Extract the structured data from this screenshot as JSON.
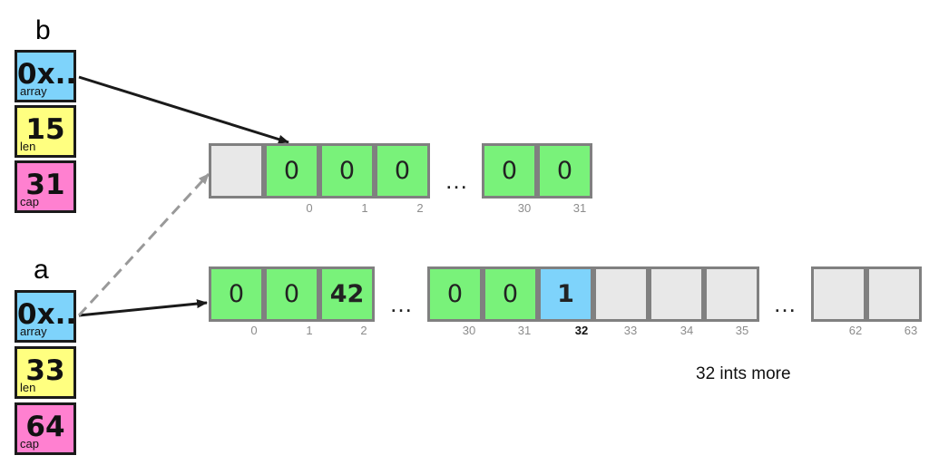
{
  "slices": {
    "b": {
      "name": "b",
      "fields": [
        {
          "value": "0x..",
          "label": "array",
          "color": "#7ed3fb"
        },
        {
          "value": "15",
          "label": "len",
          "color": "#ffff80"
        },
        {
          "value": "31",
          "label": "cap",
          "color": "#ff80d0"
        }
      ]
    },
    "a": {
      "name": "a",
      "fields": [
        {
          "value": "0x..",
          "label": "array",
          "color": "#7ed3fb"
        },
        {
          "value": "33",
          "label": "len",
          "color": "#ffff80"
        },
        {
          "value": "64",
          "label": "cap",
          "color": "#ff80d0"
        }
      ]
    }
  },
  "colors": {
    "filled": "#79f27a",
    "empty": "#e8e8e8",
    "highlight": "#7ed3fb",
    "border": "#808080"
  },
  "arrays": {
    "top": {
      "cells": [
        {
          "value": "",
          "state": "empty"
        },
        {
          "value": "0",
          "state": "filled"
        },
        {
          "value": "0",
          "state": "filled"
        },
        {
          "value": "0",
          "state": "filled"
        },
        {
          "value": "0",
          "state": "filled"
        },
        {
          "value": "0",
          "state": "filled"
        }
      ],
      "indices": [
        "0",
        "1",
        "2",
        "30",
        "31"
      ],
      "ellipsis": "…"
    },
    "bottom": {
      "cells": [
        {
          "value": "0",
          "state": "filled"
        },
        {
          "value": "0",
          "state": "filled"
        },
        {
          "value": "42",
          "state": "filled",
          "bold": true
        },
        {
          "value": "0",
          "state": "filled"
        },
        {
          "value": "0",
          "state": "filled"
        },
        {
          "value": "1",
          "state": "highlight",
          "bold": true
        },
        {
          "value": "",
          "state": "empty"
        },
        {
          "value": "",
          "state": "empty"
        },
        {
          "value": "",
          "state": "empty"
        },
        {
          "value": "",
          "state": "empty"
        },
        {
          "value": "",
          "state": "empty"
        }
      ],
      "indices": [
        "0",
        "1",
        "2",
        "30",
        "31",
        "32",
        "33",
        "34",
        "35",
        "62",
        "63"
      ],
      "ellipsis": "…"
    }
  },
  "note": "32 ints more"
}
